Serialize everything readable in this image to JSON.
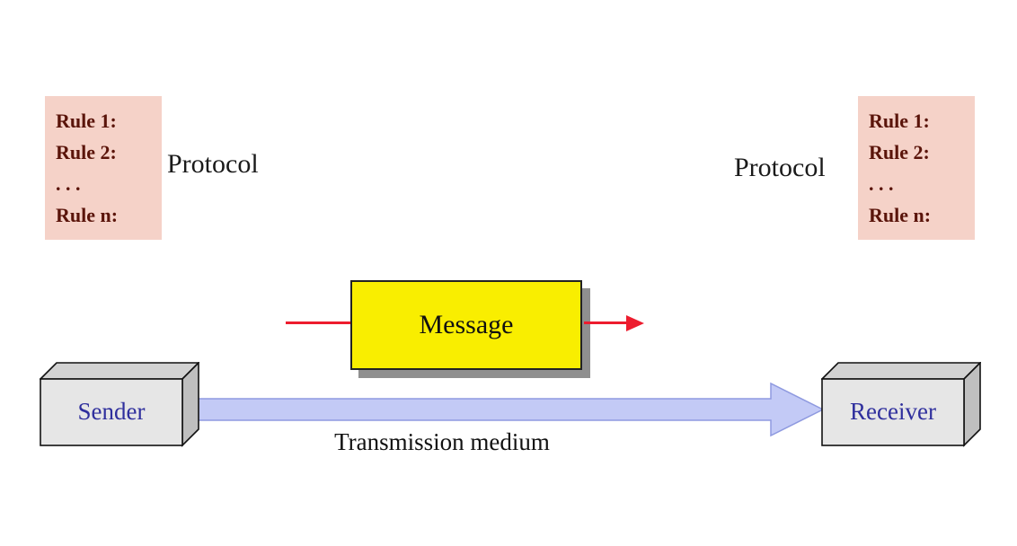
{
  "diagram": {
    "protocol_left": {
      "rules": [
        "Rule 1:",
        "Rule 2:",
        ". . .",
        "Rule n:"
      ],
      "label": "Protocol"
    },
    "protocol_right": {
      "rules": [
        "Rule 1:",
        "Rule 2:",
        ". . .",
        "Rule n:"
      ],
      "label": "Protocol"
    },
    "message": {
      "label": "Message"
    },
    "sender": {
      "label": "Sender"
    },
    "receiver": {
      "label": "Receiver"
    },
    "medium": {
      "label": "Transmission medium"
    }
  },
  "colors": {
    "rule_box_bg": "#f5d2c8",
    "rule_text": "#5a140a",
    "message_bg": "#f9ee00",
    "message_shadow": "#8f8f8f",
    "arrow_red": "#ed1c2e",
    "medium_fill": "#c3caf6",
    "medium_outline": "#8f9ae0",
    "node_front": "#e6e6e6",
    "node_top": "#d2d2d2",
    "node_side": "#bfbfbf",
    "node_text": "#2f2f9d"
  }
}
